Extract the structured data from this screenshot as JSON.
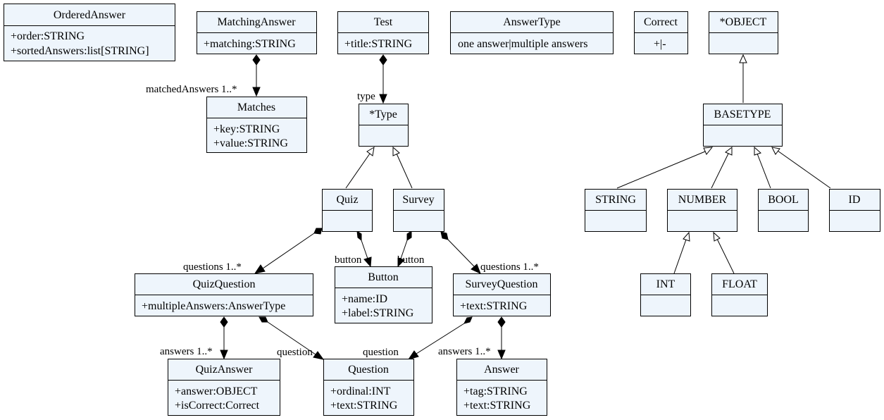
{
  "classes": {
    "ordered_answer": {
      "name": "OrderedAnswer",
      "attrs": [
        "+order:STRING",
        "+sortedAnswers:list[STRING]"
      ]
    },
    "matching_answer": {
      "name": "MatchingAnswer",
      "attrs": [
        "+matching:STRING"
      ]
    },
    "test": {
      "name": "Test",
      "attrs": [
        "+title:STRING"
      ]
    },
    "answer_type": {
      "name": "AnswerType",
      "attrs": [
        "one answer|multiple answers"
      ]
    },
    "correct": {
      "name": "Correct",
      "attrs": [
        "+|-"
      ]
    },
    "object": {
      "name": "*OBJECT",
      "attrs": []
    },
    "matches": {
      "name": "Matches",
      "attrs": [
        "+key:STRING",
        "+value:STRING"
      ]
    },
    "type": {
      "name": "*Type",
      "attrs": []
    },
    "basetype": {
      "name": "BASETYPE",
      "attrs": []
    },
    "quiz": {
      "name": "Quiz",
      "attrs": []
    },
    "survey": {
      "name": "Survey",
      "attrs": []
    },
    "string": {
      "name": "STRING",
      "attrs": []
    },
    "number": {
      "name": "NUMBER",
      "attrs": []
    },
    "bool": {
      "name": "BOOL",
      "attrs": []
    },
    "id": {
      "name": "ID",
      "attrs": []
    },
    "quiz_question": {
      "name": "QuizQuestion",
      "attrs": [
        "+multipleAnswers:AnswerType"
      ]
    },
    "button": {
      "name": "Button",
      "attrs": [
        "+name:ID",
        "+label:STRING"
      ]
    },
    "survey_question": {
      "name": "SurveyQuestion",
      "attrs": [
        "+text:STRING"
      ]
    },
    "int": {
      "name": "INT",
      "attrs": []
    },
    "float": {
      "name": "FLOAT",
      "attrs": []
    },
    "quiz_answer": {
      "name": "QuizAnswer",
      "attrs": [
        "+answer:OBJECT",
        "+isCorrect:Correct"
      ]
    },
    "question": {
      "name": "Question",
      "attrs": [
        "+ordinal:INT",
        "+text:STRING"
      ]
    },
    "answer": {
      "name": "Answer",
      "attrs": [
        "+tag:STRING",
        "+text:STRING"
      ]
    }
  },
  "labels": {
    "matched_answers": "matchedAnswers 1..*",
    "type": "type",
    "quiz_questions": "questions 1..*",
    "quiz_button": "button",
    "survey_button": "button",
    "survey_questions": "questions 1..*",
    "quiz_answers": "answers 1..*",
    "quiz_question_role": "question",
    "survey_question_role": "question",
    "survey_answers": "answers 1..*"
  }
}
